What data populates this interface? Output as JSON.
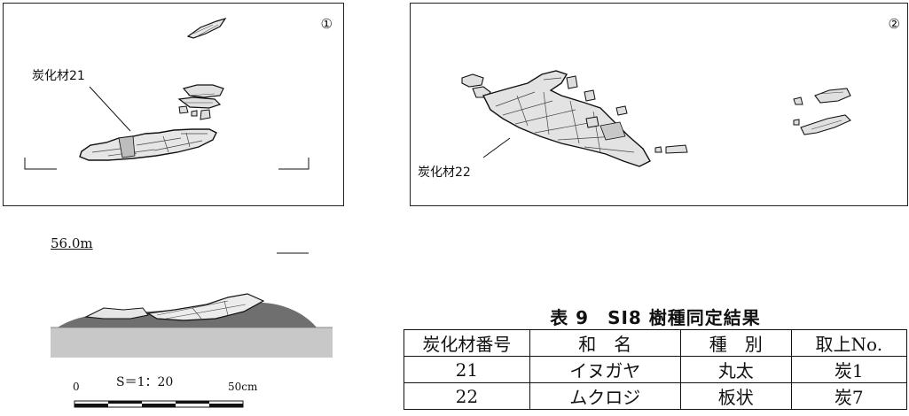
{
  "panel1": {
    "number": "①",
    "specimen_label": "炭化材21"
  },
  "panel2": {
    "number": "②",
    "specimen_label": "炭化材22"
  },
  "section": {
    "elevation": "56.0m"
  },
  "scale": {
    "ratio": "S＝1：20",
    "zero": "0",
    "end": "50cm"
  },
  "table": {
    "title": "表 9　SI8 樹種同定結果",
    "headers": [
      "炭化材番号",
      "和　名",
      "種　別",
      "取上No."
    ],
    "rows": [
      [
        "21",
        "イヌガヤ",
        "丸太",
        "炭1"
      ],
      [
        "22",
        "ムクロジ",
        "板状",
        "炭7"
      ]
    ]
  }
}
